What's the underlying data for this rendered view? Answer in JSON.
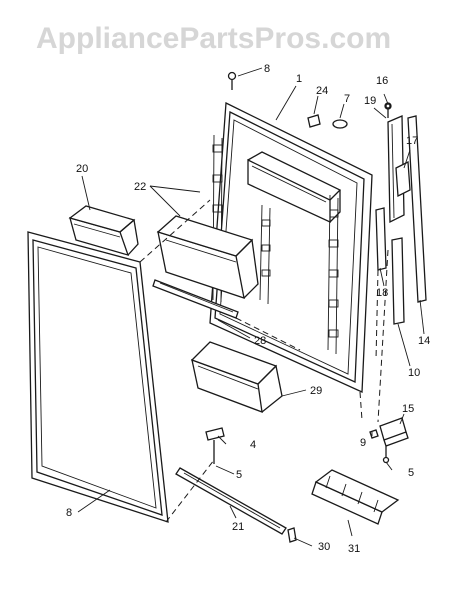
{
  "watermark": "AppliancePartsPros.com",
  "callouts": {
    "c1": "1",
    "c4": "4",
    "c5a": "5",
    "c5b": "5",
    "c7": "7",
    "c8a": "8",
    "c8b": "8",
    "c9": "9",
    "c10": "10",
    "c14": "14",
    "c15": "15",
    "c16": "16",
    "c17": "17",
    "c18": "18",
    "c19": "19",
    "c20": "20",
    "c21": "21",
    "c22": "22",
    "c24": "24",
    "c28": "28",
    "c29": "29",
    "c30": "30",
    "c31": "31"
  }
}
